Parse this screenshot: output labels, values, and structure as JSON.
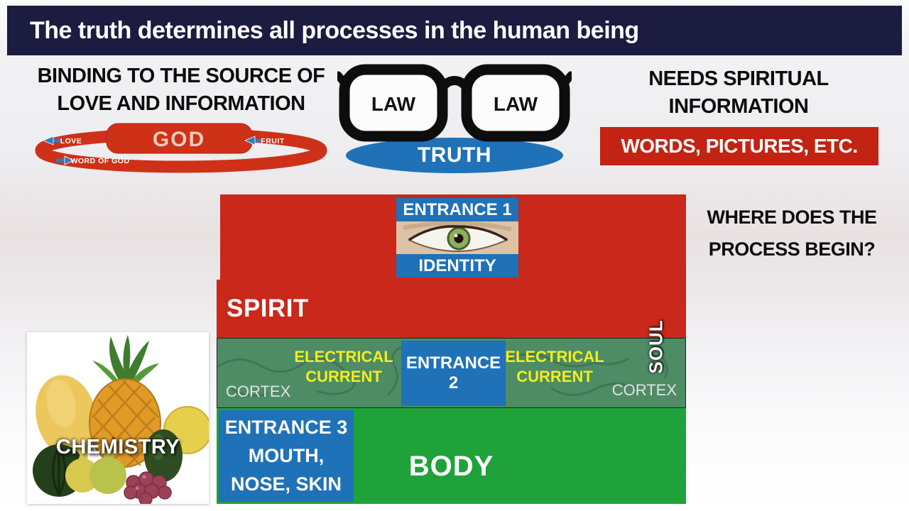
{
  "slide": {
    "title": "The truth determines all processes in the human being"
  },
  "binding_header": {
    "line1": "BINDING TO THE SOURCE OF",
    "line2": "LOVE AND INFORMATION"
  },
  "god_diagram": {
    "god": "GOD",
    "love": "LOVE",
    "fruit": "FRUIT",
    "word_of_god": "WORD OF GOD"
  },
  "glasses": {
    "left_lens": "LAW",
    "right_lens": "LAW"
  },
  "truth": {
    "label": "TRUTH"
  },
  "needs_header": {
    "line1": "NEEDS SPIRITUAL",
    "line2": "INFORMATION"
  },
  "words_box": {
    "label": "WORDS, PICTURES, ETC."
  },
  "question": {
    "line1": "WHERE DOES THE",
    "line2": "PROCESS BEGIN?"
  },
  "upper_block": {
    "entrance1": "ENTRANCE 1",
    "identity": "IDENTITY"
  },
  "spirit_block": {
    "label": "SPIRIT"
  },
  "soul": {
    "label": "SOUL"
  },
  "cortex_block": {
    "cortex_left": "CORTEX",
    "cortex_right": "CORTEX",
    "electrical_line1": "ELECTRICAL",
    "electrical_line2": "CURRENT",
    "entrance2": "ENTRANCE 2"
  },
  "body_block": {
    "entrance3_line1": "ENTRANCE 3",
    "entrance3_line2": "MOUTH,",
    "entrance3_line3": "NOSE, SKIN",
    "label": "BODY"
  },
  "chemistry": {
    "label": "CHEMISTRY"
  },
  "colors": {
    "banner_bg": "#1c1b40",
    "red": "#c9281a",
    "blue": "#1f71b8",
    "cortex_green": "#4e8c66",
    "body_green": "#1fa23a",
    "yellow_text": "#f2ee20"
  }
}
